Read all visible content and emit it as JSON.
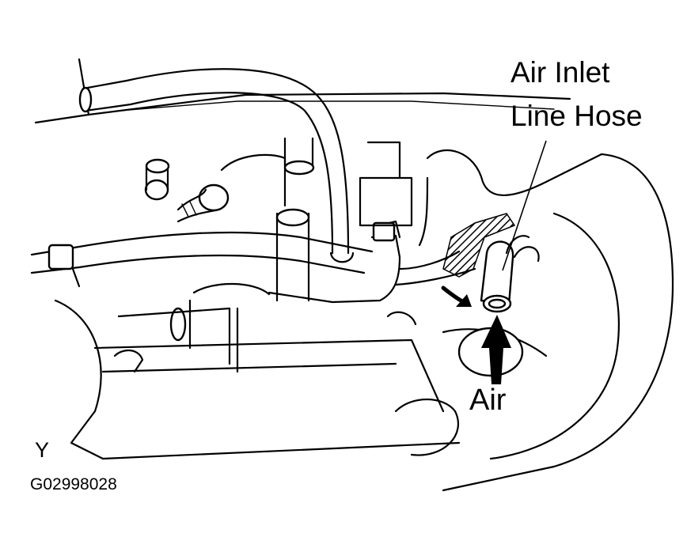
{
  "callout": {
    "line1": "Air Inlet",
    "line2": "Line Hose"
  },
  "air_label": "Air",
  "view_label": "Y",
  "figure_code": "G02998028",
  "colors": {
    "ink": "#000000",
    "paper": "#ffffff"
  }
}
